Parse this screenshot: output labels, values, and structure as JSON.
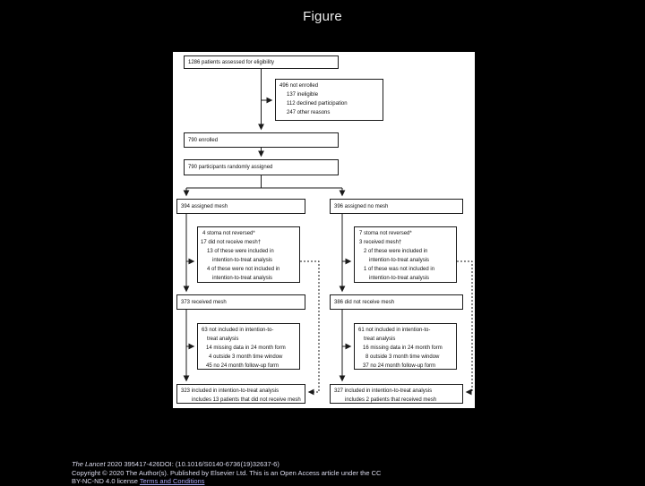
{
  "figure": {
    "title": "Figure",
    "boxes": {
      "assessed": "1286 patients assessed for eligibility",
      "not_enrolled": [
        "496 not enrolled",
        "137 ineligible",
        "112 declined participation",
        "247 other reasons"
      ],
      "enrolled": "790 enrolled",
      "randomized": "790 participants randomly assigned",
      "mesh_assigned": "394 assigned mesh",
      "no_mesh_assigned": "396 assigned no mesh",
      "mesh_deviation": [
        "4 stoma not reversed*",
        "17 did not receive mesh†",
        "13 of these were included in",
        "intention-to-treat analysis",
        "4 of these were not included in",
        "intention-to-treat analysis"
      ],
      "no_mesh_deviation": [
        "7 stoma not reversed*",
        "3 received mesh†",
        "2 of these were included in",
        "intention-to-treat analysis",
        "1 of these was not included in",
        "intention-to-treat analysis"
      ],
      "mesh_received": "373 received mesh",
      "no_mesh_received": "386 did not receive mesh",
      "mesh_excluded": [
        "63 not included in intention-to-",
        "treat analysis",
        "14 missing data in 24 month form",
        "4 outside 3 month time window",
        "45 no 24 month follow-up form"
      ],
      "no_mesh_excluded": [
        "61 not included in intention-to-",
        "treat analysis",
        "16 missing data in 24 month form",
        "8 outside 3 month time window",
        "37 no 24 month follow-up form"
      ],
      "mesh_itt": [
        "323 included in intention-to-treat analysis",
        "includes 13 patients that did not receive mesh"
      ],
      "no_mesh_itt": [
        "327 included in intention-to-treat analysis",
        "includes 2 patients that received mesh"
      ]
    }
  },
  "citation": {
    "journal": "The Lancet",
    "reference": " 2020 395417-426DOI: (10.1016/S0140-6736(19)32637-6)",
    "copyright": "Copyright © 2020 The Author(s). Published by Elsevier Ltd. This is an Open Access article under the CC",
    "license": "BY-NC-ND 4.0 license ",
    "terms_link": "Terms and Conditions"
  },
  "colors": {
    "background": "#000000",
    "panel": "#ffffff",
    "line": "#1a1a1a",
    "link": "#a6a6f2"
  }
}
